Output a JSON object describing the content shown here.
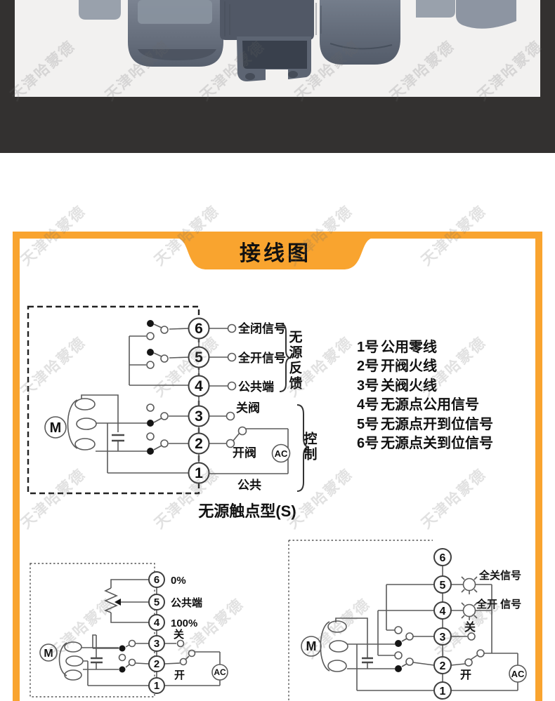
{
  "watermark": {
    "text": "天津哈蒙德"
  },
  "colors": {
    "accent": "#F9A42F",
    "band": "#333130",
    "photo_bg": "#F2F1F0",
    "line": "#555555",
    "ink": "#111111"
  },
  "card": {
    "title": "接线图",
    "main_diagram": {
      "motor": "M",
      "ac": "AC",
      "terminals": [
        "6",
        "5",
        "4",
        "3",
        "2",
        "1"
      ],
      "labels": {
        "t6": "全闭信号",
        "t5": "全开信号",
        "t4": "公共端",
        "t3": "关阀",
        "t2": "开阀",
        "t1": "公共"
      },
      "groups": {
        "feedback": "无源反馈",
        "control": "控制"
      }
    },
    "terminal_list": [
      {
        "no": "1号",
        "desc": "公用零线"
      },
      {
        "no": "2号",
        "desc": "开阀火线"
      },
      {
        "no": "3号",
        "desc": "关阀火线"
      },
      {
        "no": "4号",
        "desc": "无源点公用信号"
      },
      {
        "no": "5号",
        "desc": "无源点开到位信号"
      },
      {
        "no": "6号",
        "desc": "无源点关到位信号"
      }
    ],
    "caption": "无源触点型(S)",
    "left_diagram": {
      "motor": "M",
      "ac": "AC",
      "terminals": [
        "6",
        "5",
        "4",
        "3",
        "2",
        "1"
      ],
      "labels": {
        "t6": "0%",
        "t5": "公共端",
        "t4": "100%",
        "t3": "关",
        "t2": "开"
      }
    },
    "right_diagram": {
      "motor": "M",
      "ac": "AC",
      "terminals": [
        "6",
        "5",
        "4",
        "3",
        "2",
        "1"
      ],
      "labels": {
        "lamp5": "全关信号",
        "lamp4": "全开 信号",
        "t3": "关",
        "t2": "开"
      }
    }
  }
}
